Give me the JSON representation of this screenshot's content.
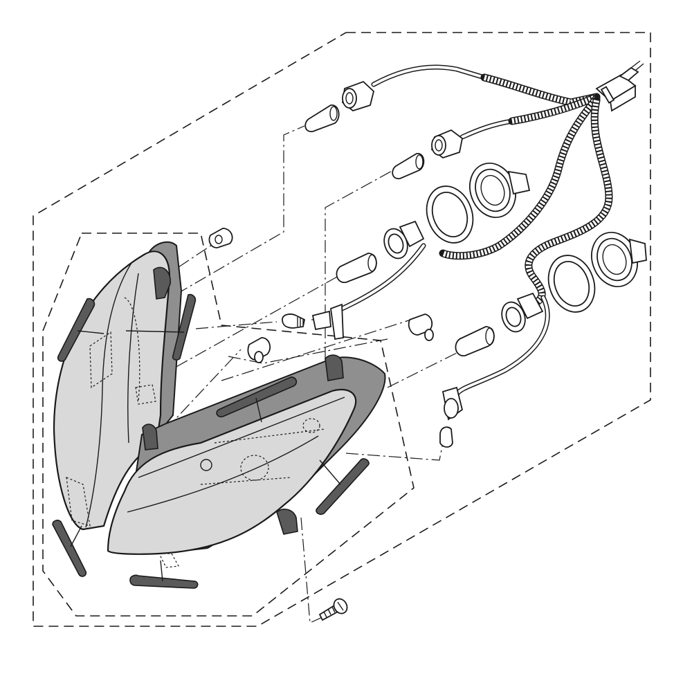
{
  "diagram": {
    "kind": "exploded-parts-view",
    "subject_icon": "headlight-assembly",
    "colors": {
      "line": "#1a1a1a",
      "lens_fill": "#d9d9d9",
      "housing_fill": "#8f8f8f",
      "pad_fill": "#5a5a5a",
      "background": "#ffffff"
    },
    "parts": [
      "left-headlight-unit",
      "right-headlight-unit",
      "wiring-harness",
      "harness-connector",
      "bulb-socket",
      "bulb",
      "socket-ring",
      "socket-seal",
      "bulb-holder",
      "wedge-bulb",
      "position-light-socket",
      "adjuster-clip",
      "rubber-pad",
      "mounting-screw"
    ]
  }
}
